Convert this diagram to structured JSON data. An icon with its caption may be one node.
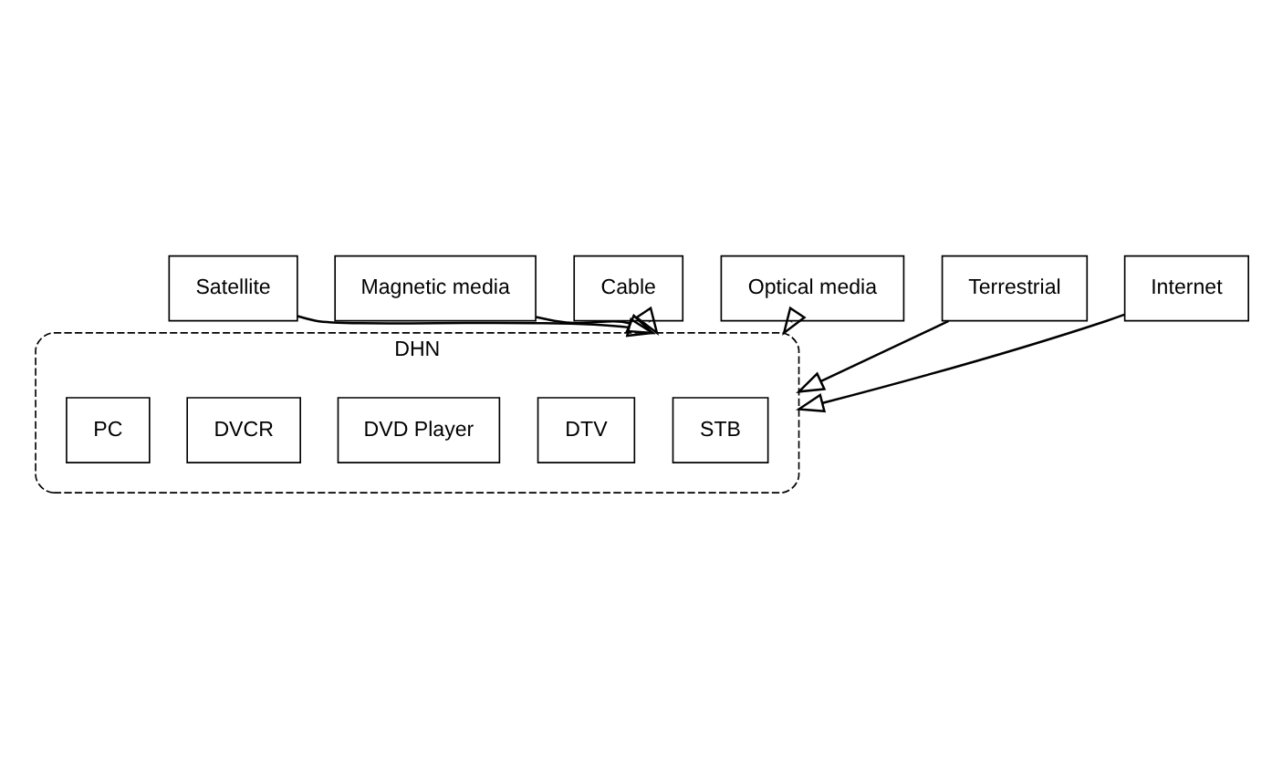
{
  "diagram": {
    "nodes": [
      {
        "text": [
          "Satellite"
        ]
      },
      {
        "text": [
          "DHN"
        ]
      },
      {
        "text": [
          "Magnetic media"
        ]
      },
      {
        "text": [
          "STB"
        ],
        "in": 1
      },
      {
        "text": [
          "DTV"
        ],
        "in": 1
      },
      {
        "text": [
          "Cable"
        ]
      },
      {
        "text": [
          "DVD Player"
        ],
        "in": 1
      },
      {
        "text": [
          "DVCR"
        ],
        "in": 1
      },
      {
        "text": [
          "Optical media"
        ]
      },
      {
        "text": [
          "PC"
        ],
        "in": 1
      },
      {
        "text": [
          "Terrestrial"
        ]
      },
      {
        "text": [
          "Internet"
        ]
      }
    ],
    "edges": [
      {
        "from": 0,
        "to": 1,
        "arrow": "to"
      },
      {
        "from": 2,
        "to": 1,
        "arrow": "to"
      },
      {
        "from": 5,
        "to": 1,
        "arrow": "to"
      },
      {
        "from": 8,
        "to": 1,
        "arrow": "to"
      },
      {
        "from": 10,
        "to": 1,
        "arrow": "to"
      },
      {
        "from": 11,
        "to": 1,
        "arrow": "to"
      }
    ]
  }
}
